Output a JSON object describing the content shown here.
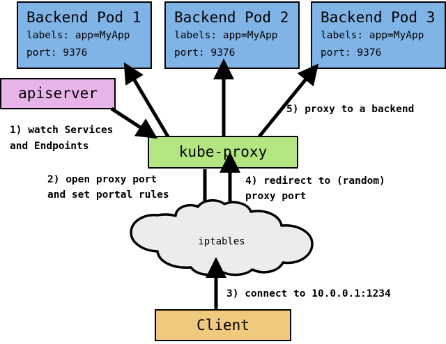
{
  "diagram": {
    "title": "kube-proxy services diagram",
    "colors": {
      "pod": "#80b3e6",
      "apiserver": "#e8b3e8",
      "kube_proxy": "#b3e680",
      "client": "#efc97e",
      "cloud": "#ececec",
      "stroke": "#000000"
    }
  },
  "pods": [
    {
      "title": "Backend Pod 1",
      "labels": "labels: app=MyApp",
      "port": "port: 9376"
    },
    {
      "title": "Backend Pod 2",
      "labels": "labels: app=MyApp",
      "port": "port: 9376"
    },
    {
      "title": "Backend Pod 3",
      "labels": "labels: app=MyApp",
      "port": "port: 9376"
    }
  ],
  "nodes": {
    "apiserver": {
      "label": "apiserver"
    },
    "kube_proxy": {
      "label": "kube-proxy"
    },
    "iptables": {
      "label": "iptables"
    },
    "client": {
      "label": "Client"
    }
  },
  "steps": {
    "step1_line1": "1) watch Services",
    "step1_line2": "and Endpoints",
    "step2_line1": "2) open proxy port",
    "step2_line2": "and set portal rules",
    "step3": "3) connect to 10.0.0.1:1234",
    "step4_line1": "4) redirect to (random)",
    "step4_line2": "proxy port",
    "step5": "5) proxy to a backend"
  }
}
